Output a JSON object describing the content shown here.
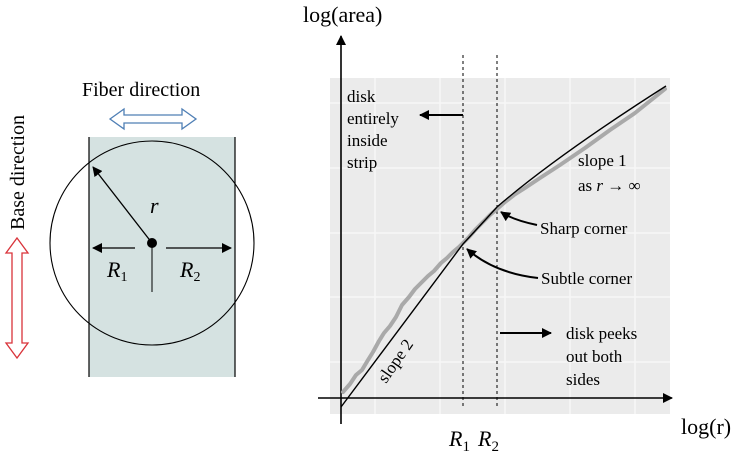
{
  "left_panel": {
    "fiber_label": "Fiber direction",
    "base_label": "Base direction",
    "r_label": "r",
    "r1_main": "R",
    "r1_sub": "1",
    "r2_main": "R",
    "r2_sub": "2"
  },
  "right_panel": {
    "y_axis_label": "log(area)",
    "x_axis_label": "log(r)",
    "tick_r1_main": "R",
    "tick_r1_sub": "1",
    "tick_r2_main": "R",
    "tick_r2_sub": "2",
    "inside_note": [
      "disk",
      "entirely",
      "inside",
      "strip"
    ],
    "slope1_note": [
      "slope 1"
    ],
    "slope1_asym": [
      "as",
      "r",
      "→ ∞"
    ],
    "sharp_corner": "Sharp corner",
    "subtle_corner": "Subtle corner",
    "peeks_note": [
      "disk peeks",
      "out both",
      "sides"
    ],
    "slope2_label": "slope 2"
  },
  "colors": {
    "strip_fill": "#d5e2e1",
    "plot_bg": "#ebebeb",
    "grid": "#f7f7f7",
    "fiber_arrow": "#4f7fb5",
    "base_arrow": "#d9333a",
    "empirical": "#a9a9a9"
  }
}
